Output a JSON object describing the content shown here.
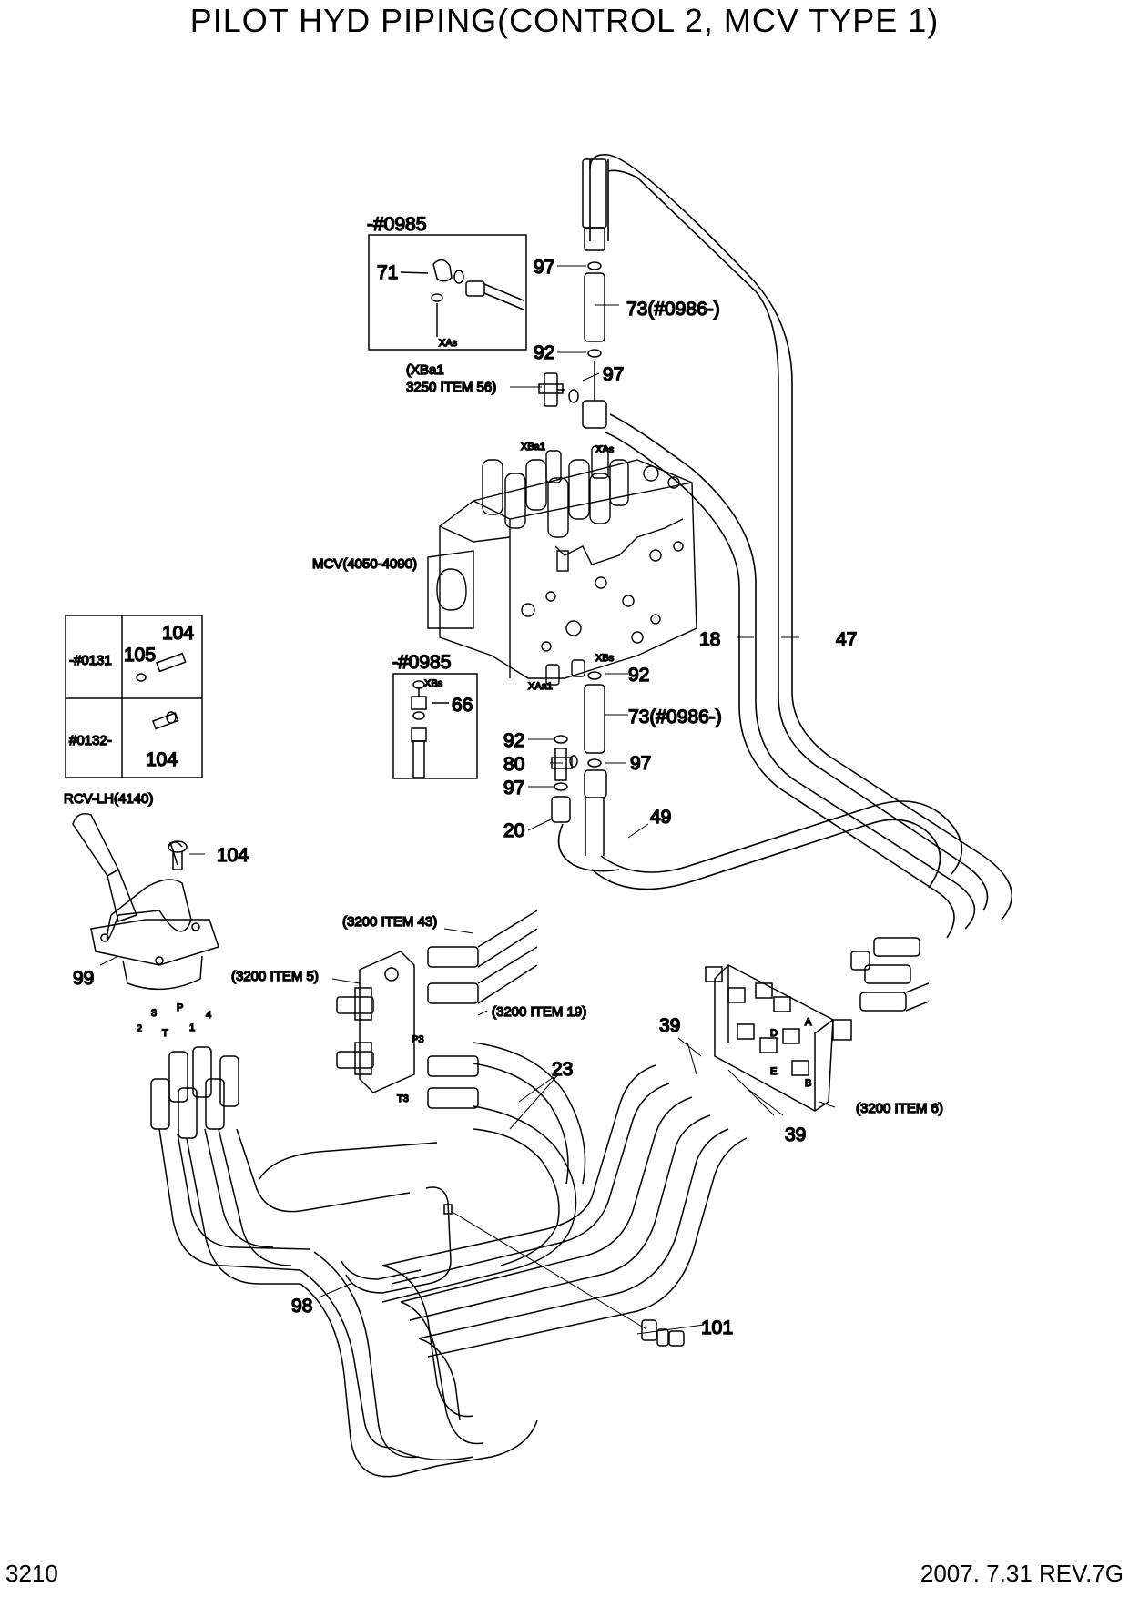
{
  "title": "PILOT HYD PIPING(CONTROL 2, MCV TYPE 1)",
  "page_number": "3210",
  "revision": "2007. 7.31  REV.7G",
  "inset_top": {
    "serial": "-#0985",
    "part": "71",
    "port": "XAs"
  },
  "inset_mid": {
    "serial": "-#0985",
    "port": "XBs",
    "part": "66"
  },
  "inset_left": {
    "top_serial": "-#0131",
    "top_parts": [
      "104",
      "105"
    ],
    "bottom_serial": "#0132-",
    "bottom_part": "104"
  },
  "ref_xba1_line1": "(XBa1",
  "ref_xba1_line2": "3250 ITEM 56)",
  "mcv_label": "MCV(4050-4090)",
  "rcv_label": "RCV-LH(4140)",
  "ports": {
    "xba1": "XBa1",
    "xas": "XAs",
    "xbs": "XBs",
    "xaa1": "XAa1",
    "p3": "P3",
    "t3": "T3",
    "rcv": [
      "2",
      "3",
      "T",
      "P",
      "1",
      "4"
    ],
    "block": [
      "D",
      "A",
      "E",
      "B"
    ]
  },
  "callouts": {
    "c97a": "97",
    "c73a": "73(#0986-)",
    "c92a": "92",
    "c97b": "97",
    "c92b": "92",
    "c73b": "73(#0986-)",
    "c92c": "92",
    "c80": "80",
    "c97c": "97",
    "c97d": "97",
    "c20": "20",
    "c49": "49",
    "c18": "18",
    "c47": "47",
    "c104": "104",
    "c99": "99",
    "c39a": "39",
    "c39b": "39",
    "c23": "23",
    "c98": "98",
    "c101": "101"
  },
  "refs": {
    "item43": "(3200 ITEM 43)",
    "item5": "(3200 ITEM 5)",
    "item19": "(3200 ITEM 19)",
    "item6": "(3200 ITEM 6)"
  }
}
